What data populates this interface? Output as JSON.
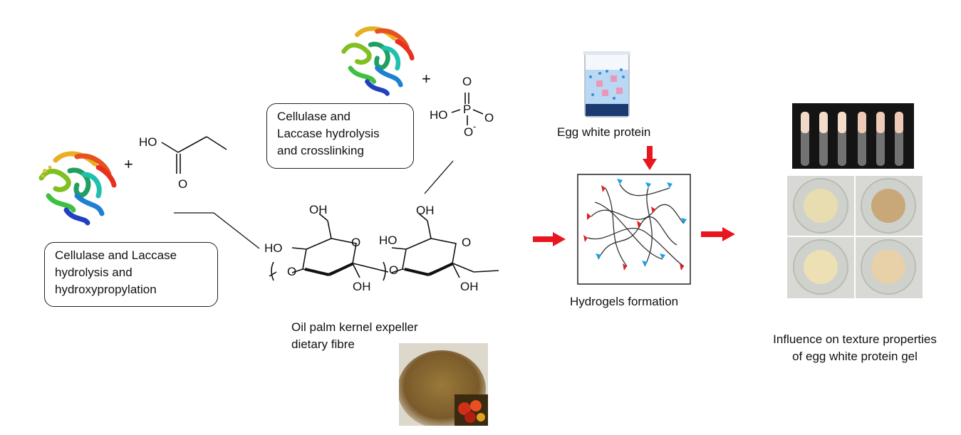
{
  "boxes": {
    "hydroxypropylation": [
      "Cellulase and Laccase",
      "hydrolysis and",
      "hydroxypropylation"
    ],
    "crosslinking": [
      "Cellulase and",
      "Laccase hydrolysis",
      "and crosslinking"
    ]
  },
  "labels": {
    "fibre": [
      "Oil palm kernel expeller",
      "dietary fibre"
    ],
    "egg_white": "Egg white protein",
    "hydrogels": "Hydrogels formation",
    "influence": [
      "Influence on texture properties",
      "of egg white protein gel"
    ]
  },
  "chem": {
    "plus": "+",
    "ho": "HO",
    "o": "O",
    "oh": "OH",
    "p": "P",
    "o_minus": "O",
    "minus": "-"
  },
  "colors": {
    "arrow": "#e8171f",
    "hydrogel_red": "#e02020",
    "hydrogel_blue": "#1aa0e6"
  }
}
